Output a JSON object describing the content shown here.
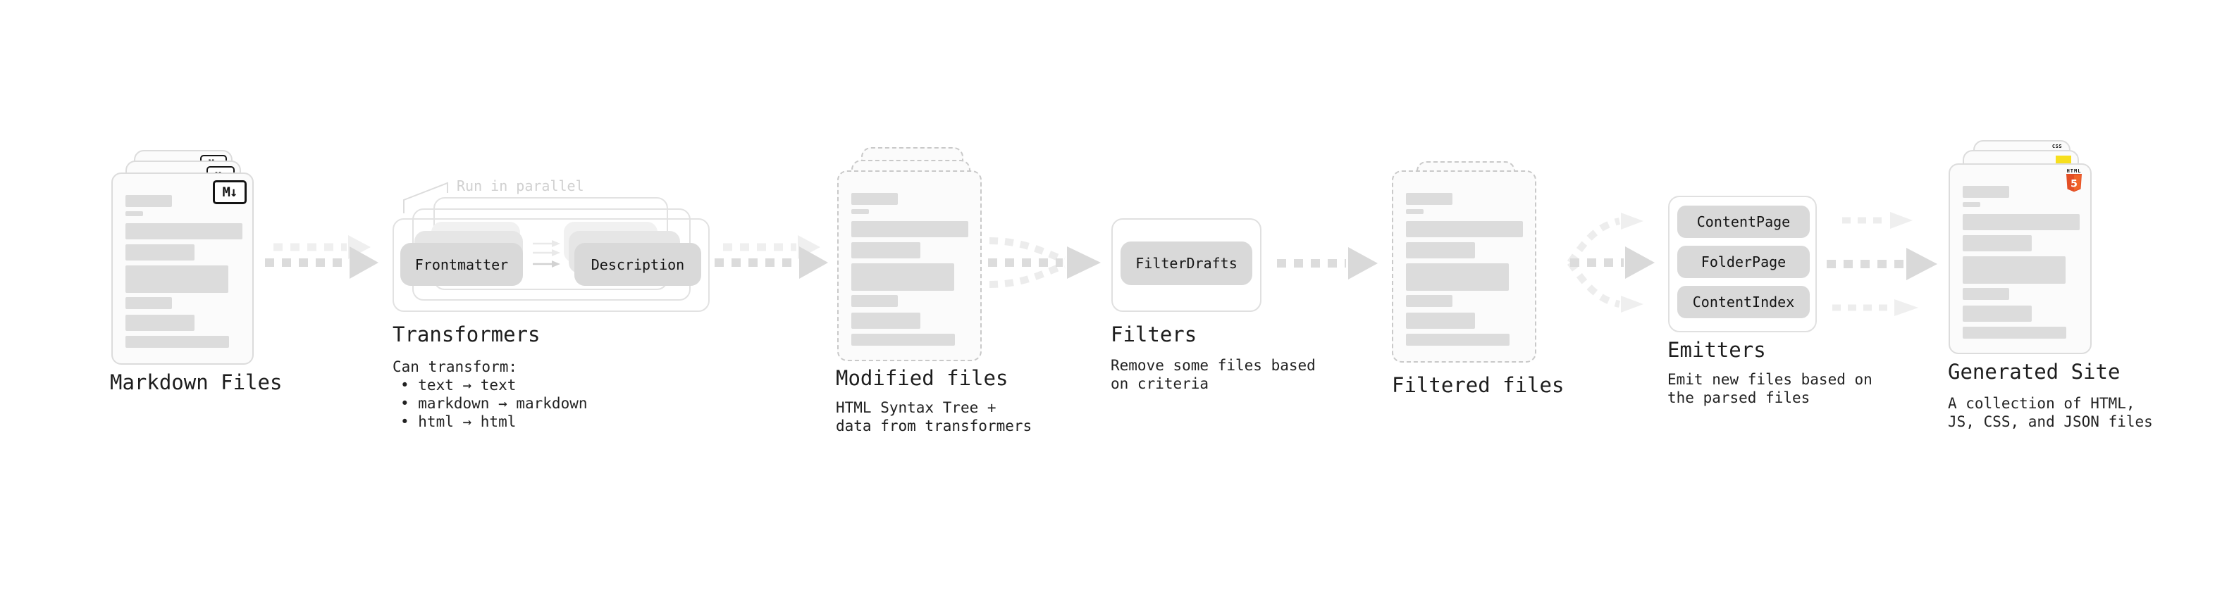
{
  "nodes": {
    "markdown_files": {
      "label": "Markdown Files",
      "badge": "M↓"
    },
    "transformers": {
      "label": "Transformers",
      "annotation": "Run in parallel",
      "pill_from": "Frontmatter",
      "pill_to": "Description",
      "desc_title": "Can transform:",
      "bullets": [
        "• text → text",
        "• markdown → markdown",
        "• html → html"
      ]
    },
    "modified_files": {
      "label": "Modified files",
      "desc_line1": "HTML Syntax Tree +",
      "desc_line2": "data from transformers"
    },
    "filters": {
      "label": "Filters",
      "pill": "FilterDrafts",
      "desc_line1": "Remove some files based",
      "desc_line2": "on criteria"
    },
    "filtered_files": {
      "label": "Filtered files"
    },
    "emitters": {
      "label": "Emitters",
      "pills": [
        "ContentPage",
        "FolderPage",
        "ContentIndex"
      ],
      "desc_line1": "Emit new files based on",
      "desc_line2": "the parsed files"
    },
    "generated_site": {
      "label": "Generated Site",
      "css_badge": "CSS",
      "html5_word": "HTML",
      "html5_number": "5",
      "desc_line1": "A collection of HTML,",
      "desc_line2": "JS, CSS, and JSON files"
    }
  },
  "colors": {
    "background": "#ffffff",
    "text": "#1d1d1d",
    "annotation_muted": "#d0d0d0",
    "pill_gray": "#d9d9d9",
    "placeholder_bar_gray": "#dcdcdc",
    "arrow_gray": "#dcdcdc",
    "arrow_ghost_gray": "#eeeeee",
    "card_border": "#dcdcdc",
    "dashed_border": "#c9c9c9",
    "html5_orange": "#e34f26",
    "html5_orange_light": "#f16529",
    "js_yellow": "#f7df1e",
    "css_blue": "#2970e8"
  }
}
